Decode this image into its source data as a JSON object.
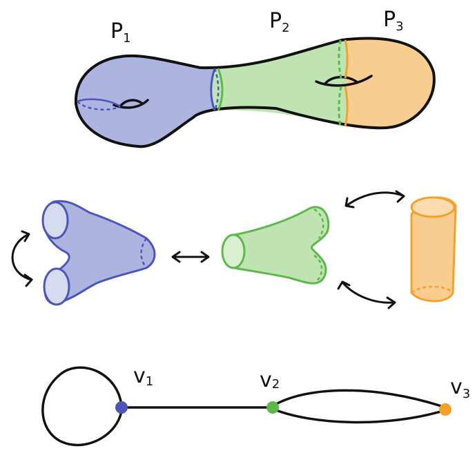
{
  "labels": {
    "p1": "P",
    "p1_sub": "1",
    "p2": "P",
    "p2_sub": "2",
    "p3": "P",
    "p3_sub": "3",
    "v1": "v",
    "v1_sub": "1",
    "v2": "v",
    "v2_sub": "2",
    "v3": "v",
    "v3_sub": "3"
  },
  "colors": {
    "blue": "#aeb4e0",
    "blue_stroke": "#4a56b8",
    "green": "#bfe3b1",
    "green_stroke": "#5cb84a",
    "orange": "#f9cc90",
    "orange_stroke": "#f3a12a",
    "ink": "#111111"
  }
}
